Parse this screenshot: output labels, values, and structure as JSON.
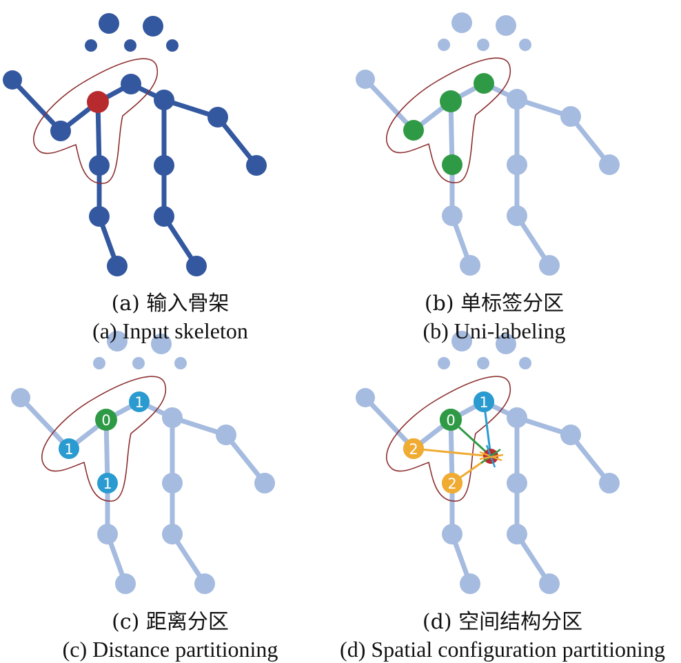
{
  "colors": {
    "dark_blue": "#33589f",
    "light_blue": "#a5bbdf",
    "red": "#b72b2e",
    "green": "#2f9a46",
    "cyan": "#2a9bd0",
    "orange": "#f0ab33",
    "outline": "#8c2e2e"
  },
  "panels": [
    {
      "id": "a",
      "caption_zh": "(a) 输入骨架",
      "caption_en": "(a) Input skeleton"
    },
    {
      "id": "b",
      "caption_zh": "(b) 单标签分区",
      "caption_en": "(b) Uni-labeling"
    },
    {
      "id": "c",
      "caption_zh": "(c) 距离分区",
      "caption_en": "(c) Distance partitioning",
      "labels": {
        "root": "0",
        "shoulder": "1",
        "elbow": "1",
        "spine": "1"
      }
    },
    {
      "id": "d",
      "caption_zh": "(d) 空间结构分区",
      "caption_en": "(d) Spatial configuration partitioning",
      "labels": {
        "root": "0",
        "shoulder": "1",
        "elbow": "2",
        "spine": "2"
      }
    }
  ]
}
